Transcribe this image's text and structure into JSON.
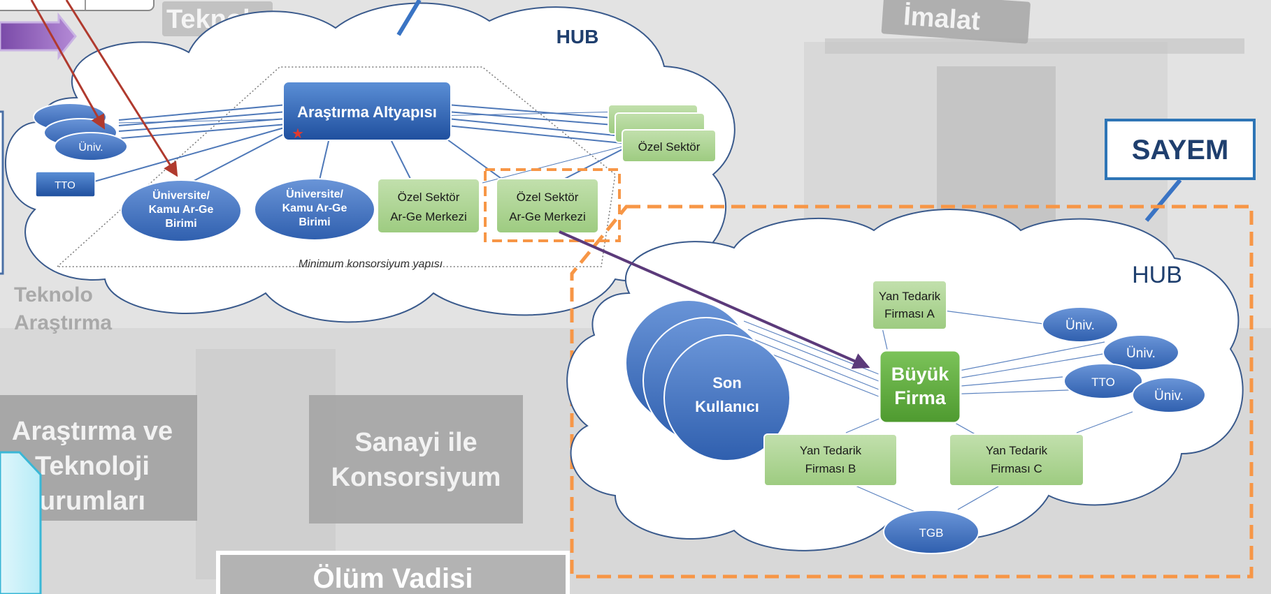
{
  "background": {
    "teknoloji_top": "Teknol",
    "imalat": "İmalat",
    "teknoloji_left_1": "Teknolo",
    "teknoloji_left_2": "Araştırma",
    "arastirma_box_1": "Araştırma ve",
    "arastirma_box_2": "Teknoloji",
    "arastirma_box_3": "urumları",
    "sanayi_box_1": "Sanayi ile",
    "sanayi_box_2": "Konsorsiyum",
    "olum_vadisi": "Ölüm Vadisi"
  },
  "hub1": {
    "title": "HUB",
    "research_infra": "Araştırma Altyapısı",
    "univ_small": "Üniv.",
    "tto": "TTO",
    "univ_unit_a": [
      "Üniversite/",
      "Kamu Ar-Ge",
      "Birimi"
    ],
    "univ_unit_b": [
      "Üniversite/",
      "Kamu Ar-Ge",
      "Birimi"
    ],
    "ozel_rd_a": [
      "Özel Sektör",
      "Ar-Ge Merkezi"
    ],
    "ozel_rd_b": [
      "Özel Sektör",
      "Ar-Ge Merkezi"
    ],
    "ozel_sektor": "Özel Sektör",
    "min_consortium": "Minimum konsorsiyum yapısı"
  },
  "sayem": {
    "label": "SAYEM"
  },
  "hub2": {
    "title": "HUB",
    "yan_a": [
      "Yan Tedarik",
      "Firması A"
    ],
    "yan_b": [
      "Yan Tedarik",
      "Firması B"
    ],
    "yan_c": [
      "Yan Tedarik",
      "Firması C"
    ],
    "buyuk": [
      "Büyük",
      "Firma"
    ],
    "son": [
      "Son",
      "Kullanıcı"
    ],
    "univ_1": "Üniv.",
    "univ_2": "Üniv.",
    "univ_3": "Üniv.",
    "tto": "TTO",
    "tgb": "TGB"
  },
  "colors": {
    "blue_node": "#3b6fc2",
    "green_node": "#a8d08d",
    "green_strong": "#5aa638",
    "orange_dash": "#f79646",
    "arrow_red": "#b03a2e",
    "arrow_purple": "#5b3a7a",
    "sayem_border": "#2e75b6"
  }
}
